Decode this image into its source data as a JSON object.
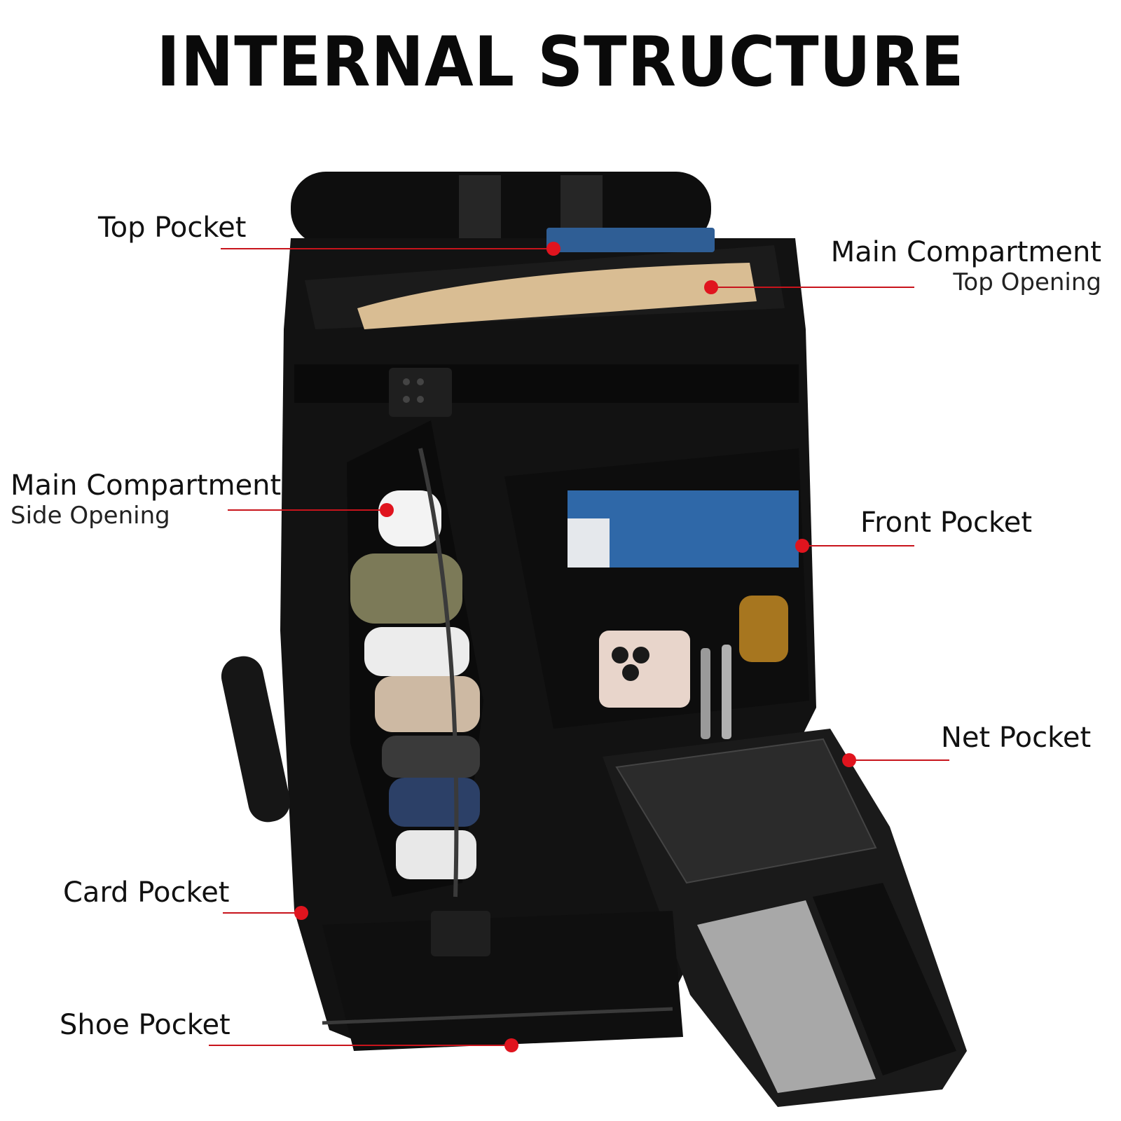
{
  "title": "INTERNAL STRUCTURE",
  "illustration": {
    "icon": "backpack-icon",
    "bag_color": "#111111",
    "zipper_color": "#3a3a3a"
  },
  "accent_color": "#e0141e",
  "callouts": {
    "top_pocket": {
      "label": "Top Pocket"
    },
    "main_top": {
      "label": "Main Compartment",
      "sub": "Top Opening"
    },
    "main_side": {
      "label": "Main Compartment",
      "sub": "Side Opening"
    },
    "front_pocket": {
      "label": "Front Pocket"
    },
    "net_pocket": {
      "label": "Net Pocket"
    },
    "card_pocket": {
      "label": "Card Pocket"
    },
    "shoe_pocket": {
      "label": "Shoe Pocket"
    }
  }
}
